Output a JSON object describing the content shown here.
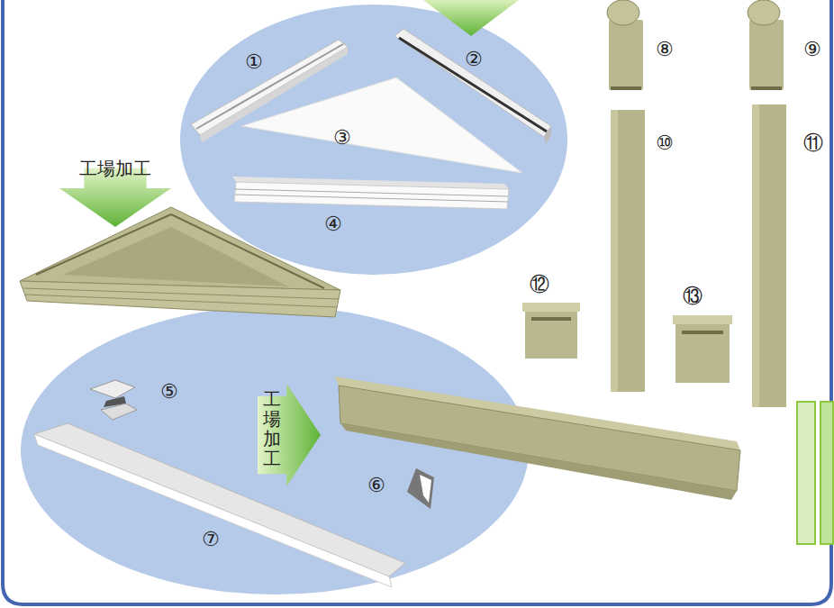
{
  "diagram": {
    "nodes": [
      {
        "text": [
          "工場加工"
        ]
      },
      {
        "text": [
          "工場加工"
        ]
      }
    ],
    "labels": [
      "①",
      "②",
      "③",
      "④",
      "⑤",
      "⑥",
      "⑦",
      "⑧",
      "⑨",
      "⑩",
      "⑪",
      "⑫",
      "⑬"
    ]
  }
}
